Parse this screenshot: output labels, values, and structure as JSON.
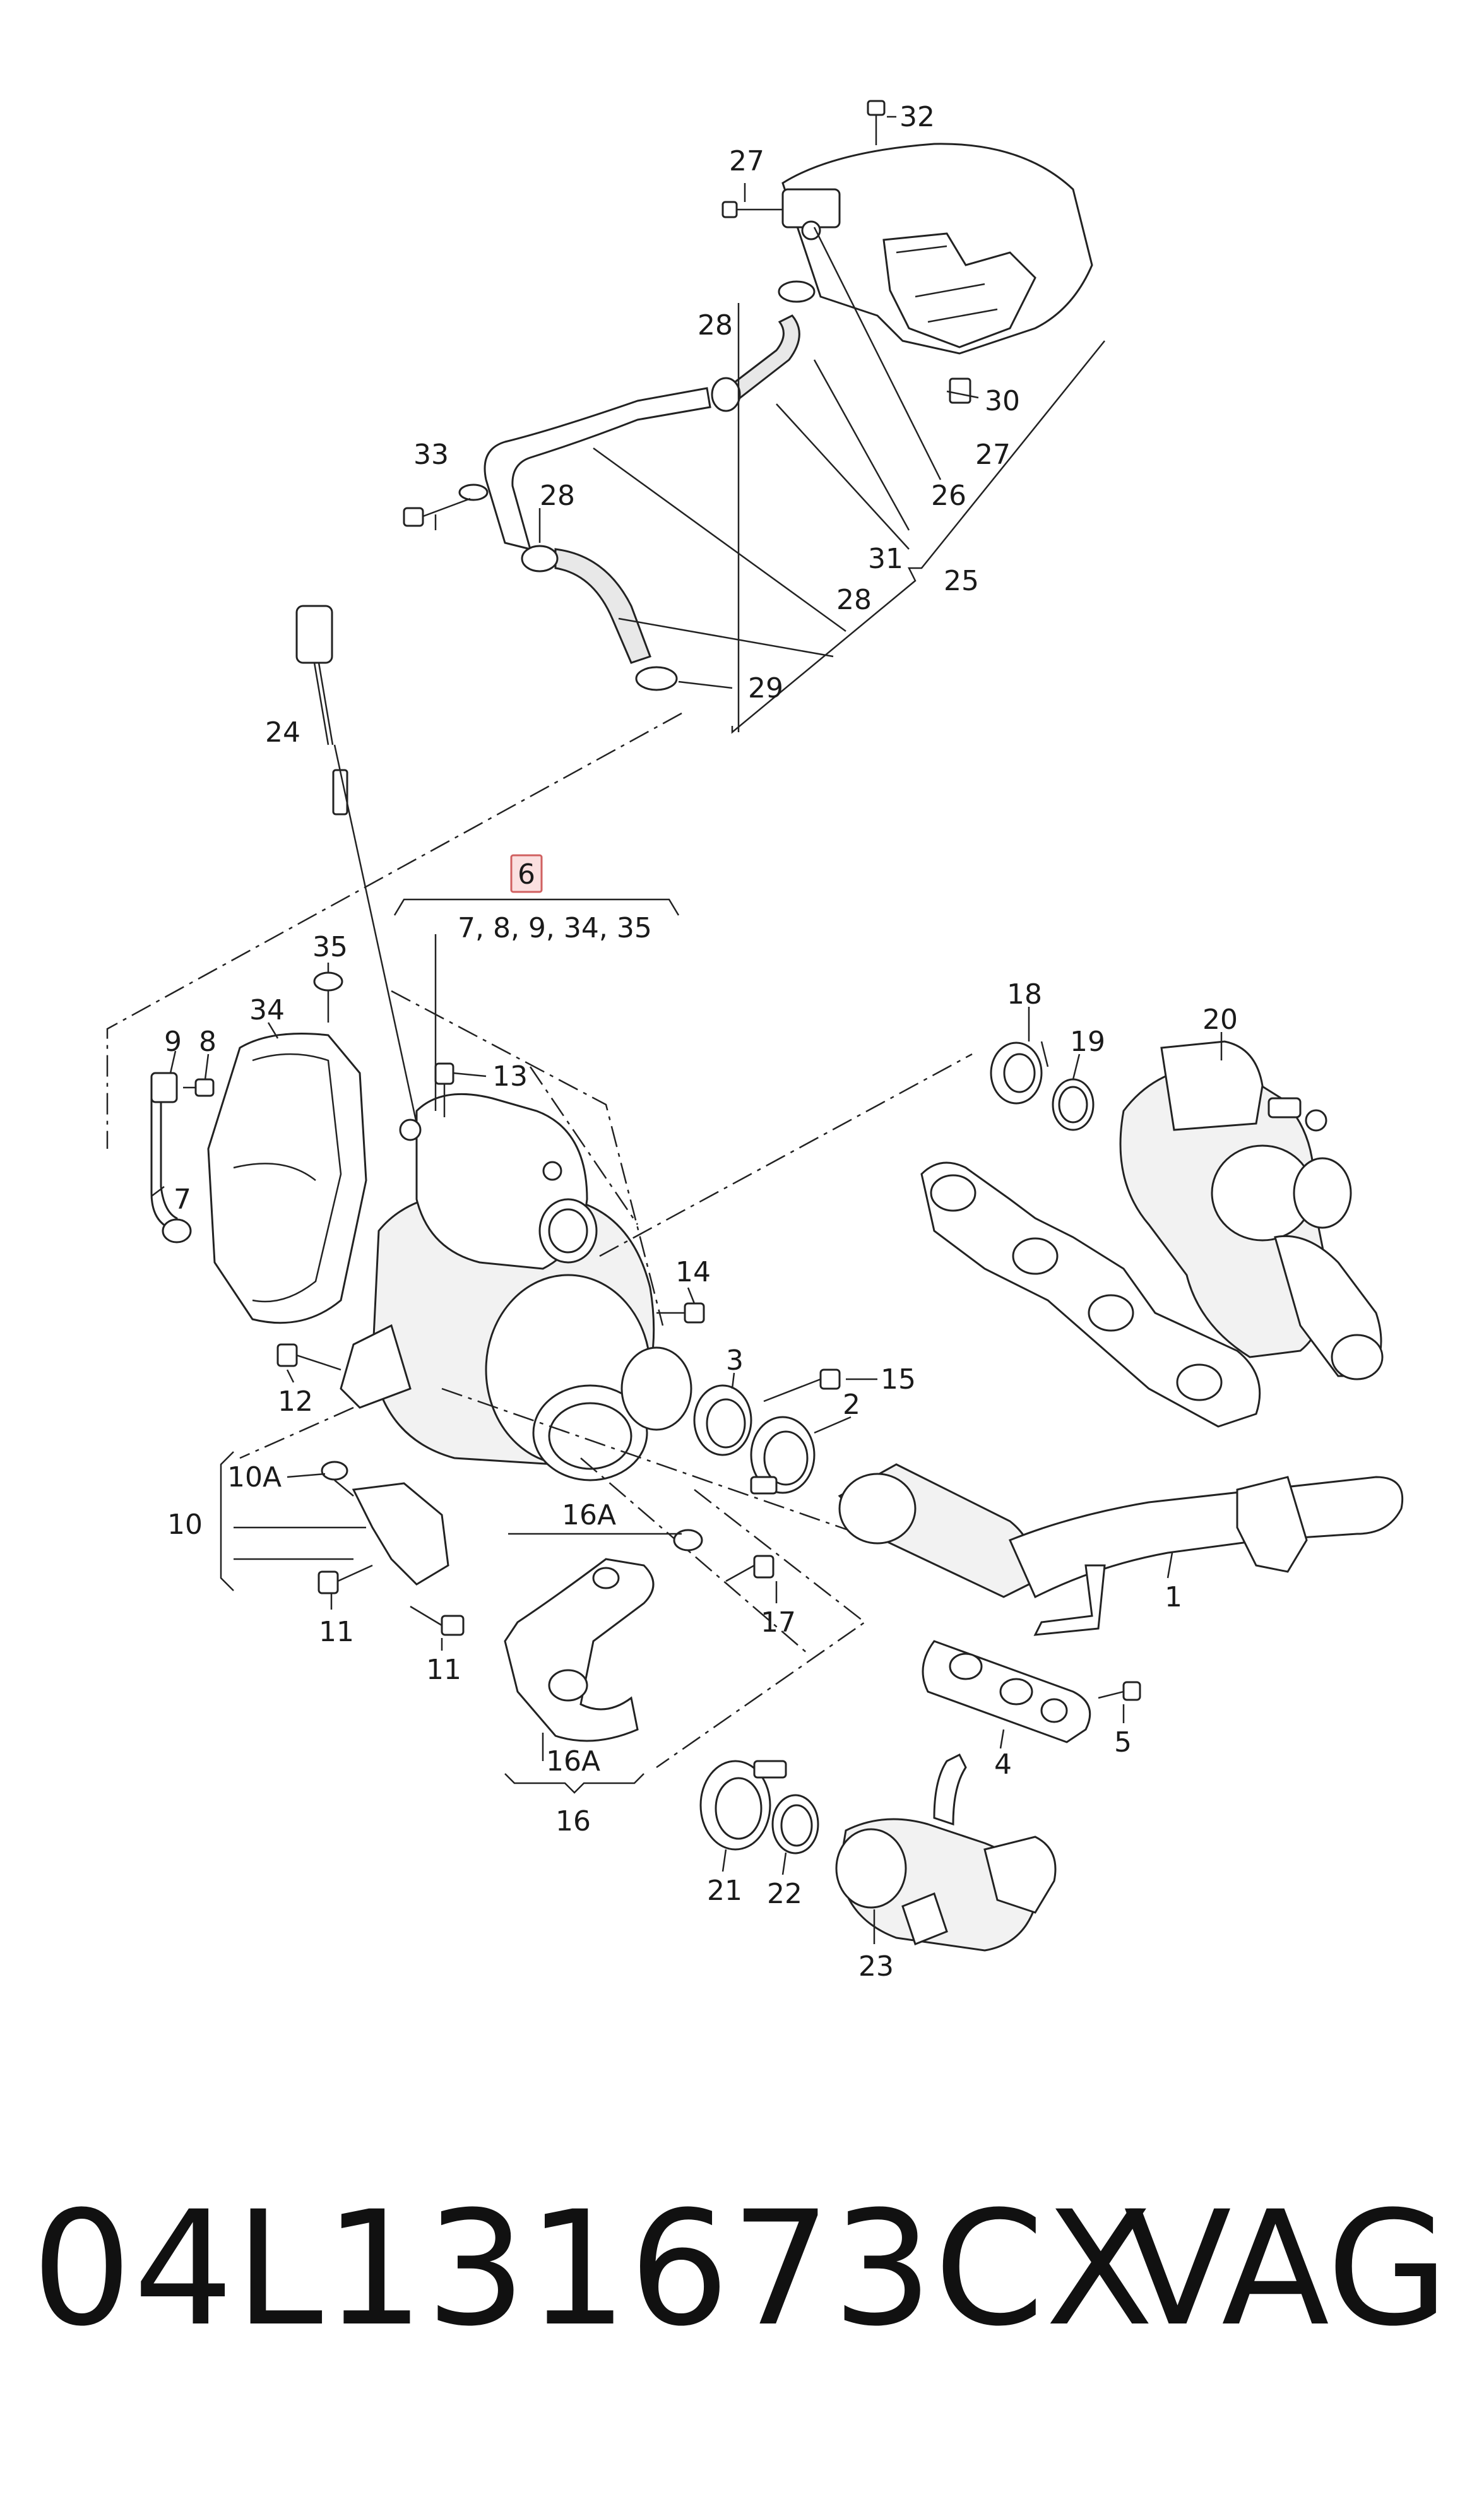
{
  "callouts": {
    "c32": "32",
    "c27a": "27",
    "c28a": "28",
    "c30": "30",
    "c27b": "27",
    "c26": "26",
    "c33": "33",
    "c28b": "28",
    "c31": "31",
    "c28c": "28",
    "c25": "25",
    "c29": "29",
    "c24": "24",
    "c6": "6",
    "c6_group": "7, 8, 9, 34, 35",
    "c35": "35",
    "c34": "34",
    "c9": "9",
    "c8": "8",
    "c13": "13",
    "c7": "7",
    "c18": "18",
    "c19": "19",
    "c20": "20",
    "c14": "14",
    "c12": "12",
    "c3": "3",
    "c15": "15",
    "c2": "2",
    "c10A": "10A",
    "c10": "10",
    "c16A_top": "16A",
    "c17": "17",
    "c11a": "11",
    "c11b": "11",
    "c1": "1",
    "c4": "4",
    "c5": "5",
    "c16A_bot": "16A",
    "c16": "16",
    "c21": "21",
    "c22": "22",
    "c23": "23"
  },
  "footer": {
    "part_number": "04L131673CX",
    "brand": "VAG"
  },
  "colors": {
    "ink": "#1a1a1a",
    "highlight_fill": "#fbe0e0",
    "highlight_stroke": "#d06060"
  }
}
